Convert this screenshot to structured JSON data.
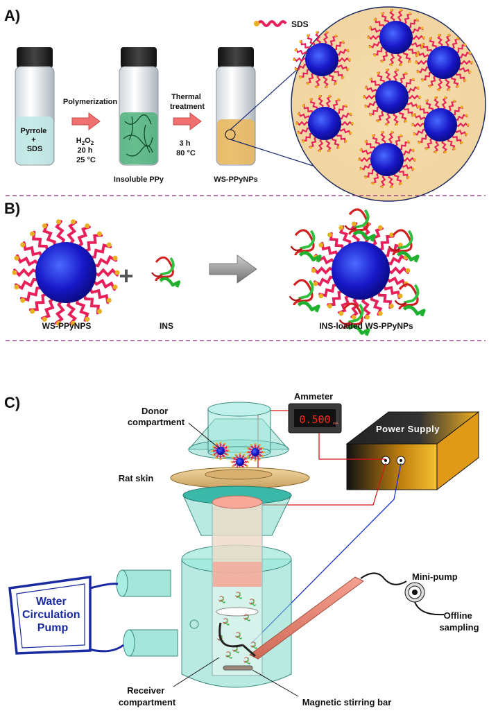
{
  "panels": {
    "a": "A)",
    "b": "B)",
    "c": "C)"
  },
  "panel_a": {
    "sds_legend": "SDS",
    "vial1_text": [
      "Pyrrole",
      "+",
      "SDS"
    ],
    "step1_title": "Polymerization",
    "step1_cond": [
      "H2O2",
      "20 h",
      "25 °C"
    ],
    "vial2_caption": "Insoluble  PPy",
    "step2_title": [
      "Thermal",
      "treatment"
    ],
    "step2_cond": [
      "3 h",
      "80 °C"
    ],
    "vial3_caption": "WS-PPyNPs"
  },
  "panel_b": {
    "np_caption": "WS-PPyNPS",
    "plus": "+",
    "ins_caption": "INS",
    "loaded_caption": "INS-loaded WS-PPyNPs"
  },
  "panel_c": {
    "ammeter_title": "Ammeter",
    "ammeter_reading": "0.500",
    "ammeter_unit": "mA",
    "power_supply": "Power Supply",
    "donor": [
      "Donor",
      "compartment"
    ],
    "rat_skin": "Rat skin",
    "water_pump": [
      "Water",
      "Circulation",
      "Pump"
    ],
    "mini_pump": "Mini-pump",
    "offline": [
      "Offline",
      "sampling"
    ],
    "receiver": [
      "Receiver",
      "compartment"
    ],
    "stir_bar": "Magnetic stirring bar"
  },
  "colors": {
    "np_core": "#2020d0",
    "sds_tail": "#e8205a",
    "sds_head": "#e8b020",
    "divider": "#8a2a7a",
    "arrow": "#f07070",
    "cell": "#7fd8c8",
    "skin": "#e8c88a",
    "pump_text": "#1a2aa0"
  }
}
